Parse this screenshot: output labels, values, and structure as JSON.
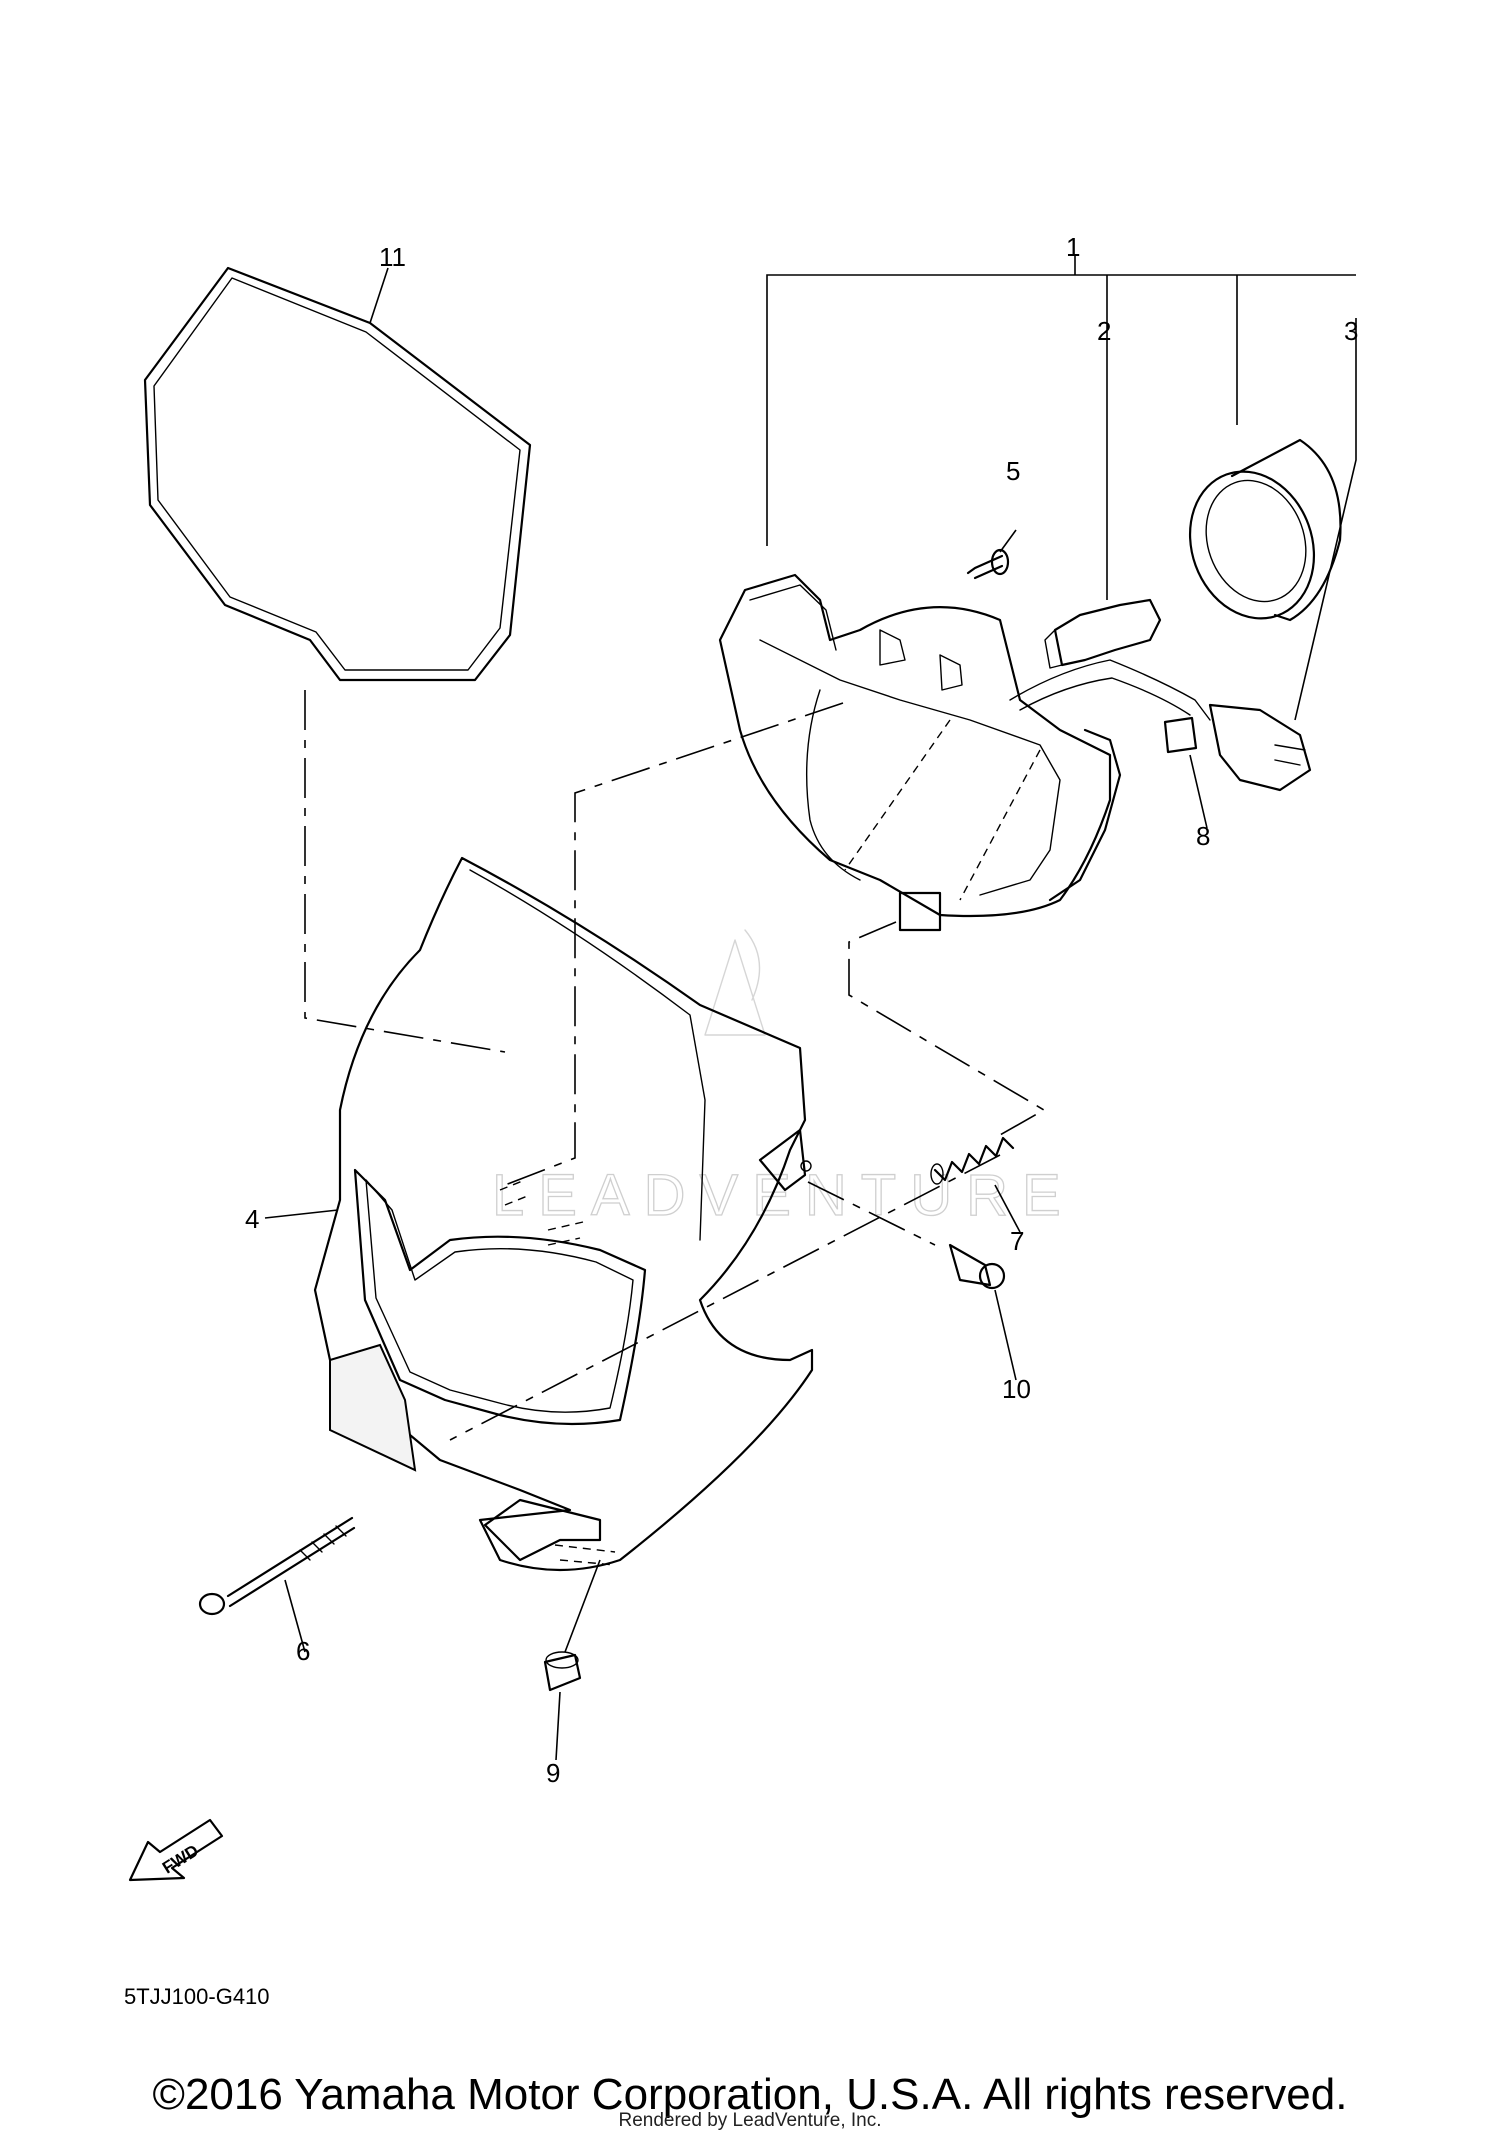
{
  "diagram": {
    "callouts": [
      "1",
      "2",
      "3",
      "4",
      "5",
      "6",
      "7",
      "8",
      "9",
      "10",
      "11"
    ],
    "drawing_code": "5TJJ100-G410",
    "fwd_label": "FWD",
    "watermark": "LEADVENTURE",
    "copyright": "©2016 Yamaha Motor Corporation, U.S.A. All rights reserved.",
    "rendered_by": "Rendered by LeadVenture, Inc."
  }
}
